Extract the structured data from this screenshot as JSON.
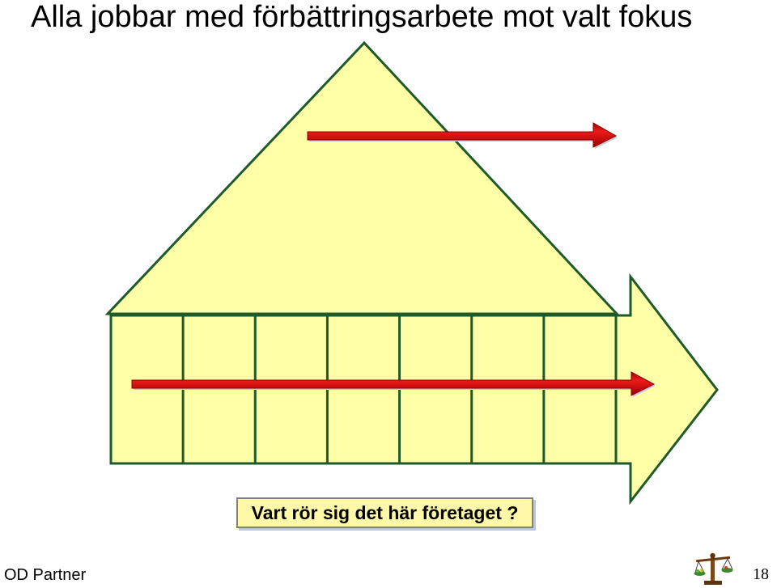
{
  "slide": {
    "title": "Alla jobbar med förbättringsarbete mot valt fokus",
    "question": "Vart rör sig det här företaget ?"
  },
  "footer": {
    "company": "OD Partner",
    "page_number": "18"
  },
  "diagram": {
    "column_count": 7,
    "colors": {
      "shape_fill": "#ffffa8",
      "outline": "#1f5a2a",
      "arrow": "#d01010",
      "question_box": "#fff8a8"
    }
  },
  "icons": {
    "logo": "scales-logo-icon"
  }
}
